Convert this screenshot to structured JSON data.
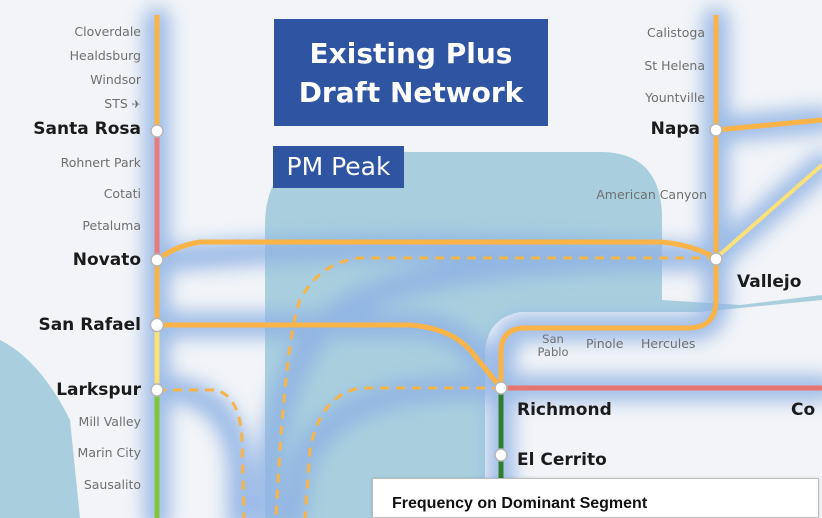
{
  "title": {
    "line1": "Existing Plus",
    "line2": "Draft Network"
  },
  "period": "PM Peak",
  "legend": {
    "title": "Frequency on Dominant Segment"
  },
  "stations": {
    "cloverdale": "Cloverdale",
    "healdsburg": "Healdsburg",
    "windsor": "Windsor",
    "sts": "STS",
    "santa_rosa": "Santa Rosa",
    "rohnert_park": "Rohnert Park",
    "cotati": "Cotati",
    "petaluma": "Petaluma",
    "novato": "Novato",
    "san_rafael": "San Rafael",
    "larkspur": "Larkspur",
    "mill_valley": "Mill Valley",
    "marin_city": "Marin City",
    "sausalito": "Sausalito",
    "calistoga": "Calistoga",
    "st_helena": "St Helena",
    "yountville": "Yountville",
    "napa": "Napa",
    "american_canyon": "American Canyon",
    "vallejo": "Vallejo",
    "san_pablo": "San Pablo",
    "pinole": "Pinole",
    "hercules": "Hercules",
    "richmond": "Richmond",
    "el_cerrito": "El Cerrito",
    "cut_off": "Co"
  },
  "icons": {
    "airport": "airplane-icon"
  },
  "colors": {
    "water": "#a9cfde",
    "land": "#f2f4f7",
    "corridor_glow": "#8fb2e4",
    "frequent_line": "#f9b347",
    "smart_red": "#e77b7e",
    "smart_yellow": "#fce078",
    "green_line": "#7ec63f",
    "dark_green": "#2f7d2e",
    "bart_red": "#e87470",
    "title_bg": "#2e54a2"
  }
}
